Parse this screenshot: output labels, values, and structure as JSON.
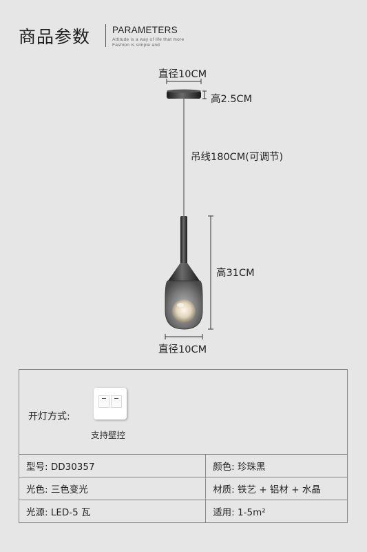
{
  "header": {
    "title_cn": "商品参数",
    "title_en": "PARAMETERS",
    "subtitle_1": "Attitude is a way of life that more",
    "subtitle_2": "Fashion is simple and"
  },
  "diagram": {
    "top_diameter": "直径10CM",
    "canopy_height": "高2.5CM",
    "cable_length": "吊线180CM(可调节)",
    "body_height": "高31CM",
    "bottom_diameter": "直径10CM"
  },
  "switch_section": {
    "label": "开灯方式:",
    "caption": "支持壁控",
    "icon": "wall-switch-icon"
  },
  "specs": [
    {
      "left": "型号: DD30357",
      "right": "颜色: 珍珠黑"
    },
    {
      "left": "光色: 三色变光",
      "right": "材质: 铁艺 + 铝材 + 水晶"
    },
    {
      "left": "光源: LED-5 瓦",
      "right": "适用: 1-5m²"
    }
  ],
  "colors": {
    "background": "#e6e6e6",
    "lamp_metal": "#2a2a2a",
    "glass": "#8c8c8c"
  }
}
